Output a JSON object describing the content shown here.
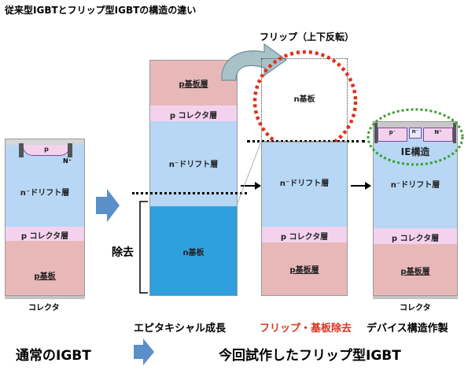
{
  "title": "従来型IGBTとフリップ型IGBTの構造の違い",
  "conventional": {
    "p_label": "p",
    "nplus_label": "N⁺",
    "drift_label": "n⁻ドリフト層",
    "collector_layer_label": "p コレクタ層",
    "substrate_label": "p基板",
    "bottom_label": "コレクタ"
  },
  "epitaxial": {
    "substrate_top_label": "p基板層",
    "collector_layer_label": "p コレクタ層",
    "drift_label": "n⁻ドリフト層",
    "n_substrate_label": "n基板",
    "removal_label": "除去",
    "caption": "エピタキシャル成長"
  },
  "flip": {
    "flip_label": "フリップ（上下反転）",
    "n_substrate_label": "n基板",
    "drift_label": "n⁻ドリフト層",
    "collector_layer_label": "p コレクタ層",
    "substrate_label": "p基板層",
    "caption": "フリップ・基板除去"
  },
  "device": {
    "ie_label": "IE構造",
    "p_label": "p⁻",
    "n_label": "n⁻",
    "nplus_label": "N⁺",
    "drift_label": "n⁻ドリフト層",
    "collector_layer_label": "p コレクタ層",
    "substrate_label": "p基板層",
    "bottom_label": "コレクタ",
    "caption": "デバイス構造作製"
  },
  "bottom": {
    "left_label": "通常のIGBT",
    "right_label": "今回試作したフリップ型IGBT"
  },
  "colors": {
    "drift": "#b7d7f5",
    "collector_layer": "#f4d2ee",
    "substrate": "#e8b8b8",
    "n_substrate": "#2e9fdf",
    "arrow": "#5a8fc9",
    "flip_circle": "#e0301e",
    "ie_circle": "#3aa02a",
    "flip_caption": "#e0301e"
  }
}
